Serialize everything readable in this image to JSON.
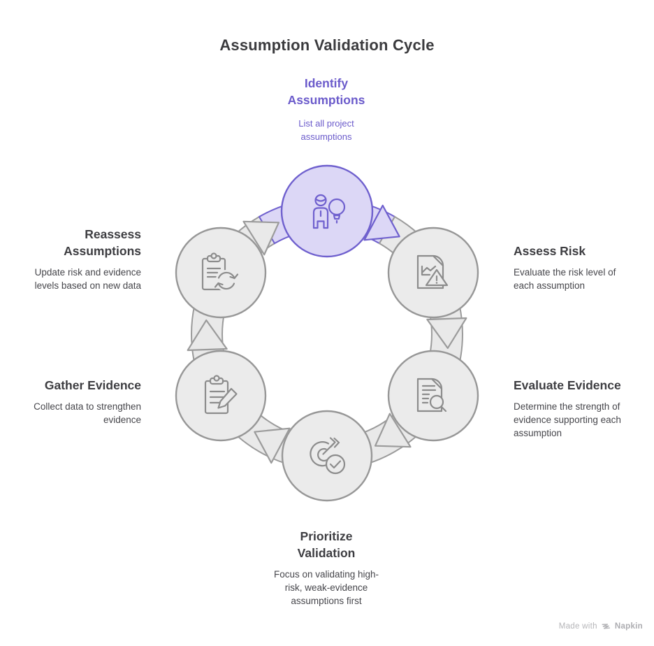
{
  "title": "Assumption Validation Cycle",
  "colors": {
    "accent_purple": "#6B5BCB",
    "accent_purple_fill": "#DCD7F6",
    "node_gray_fill": "#EBEBEB",
    "node_gray_stroke": "#9B9B9B",
    "icon_gray": "#8C8C8C",
    "title_text": "#3B3B3E",
    "body_text": "#46464B",
    "footer_text": "#B5B5B8"
  },
  "nodes": [
    {
      "id": "identify-assumptions",
      "label_lines": [
        "Identify",
        "Assumptions"
      ],
      "desc_lines": [
        "List all project",
        "assumptions"
      ],
      "icon": "person-lightbulb-icon",
      "highlighted": true
    },
    {
      "id": "assess-risk",
      "label_lines": [
        "Assess Risk"
      ],
      "desc_lines": [
        "Evaluate the risk level of",
        "each assumption"
      ],
      "icon": "risk-document-icon",
      "highlighted": false
    },
    {
      "id": "evaluate-evidence",
      "label_lines": [
        "Evaluate Evidence"
      ],
      "desc_lines": [
        "Determine the strength of",
        "evidence supporting each",
        "assumption"
      ],
      "icon": "document-search-icon",
      "highlighted": false
    },
    {
      "id": "prioritize-validation",
      "label_lines": [
        "Prioritize",
        "Validation"
      ],
      "desc_lines": [
        "Focus on validating high-",
        "risk, weak-evidence",
        "assumptions first"
      ],
      "icon": "target-check-icon",
      "highlighted": false
    },
    {
      "id": "gather-evidence",
      "label_lines": [
        "Gather Evidence"
      ],
      "desc_lines": [
        "Collect data to strengthen",
        "evidence"
      ],
      "icon": "clipboard-pencil-icon",
      "highlighted": false
    },
    {
      "id": "reassess-assumptions",
      "label_lines": [
        "Reassess",
        "Assumptions"
      ],
      "desc_lines": [
        "Update risk and evidence",
        "levels based on new data"
      ],
      "icon": "clipboard-refresh-icon",
      "highlighted": false
    }
  ],
  "cycle": {
    "direction": "clockwise",
    "connections": [
      [
        "identify-assumptions",
        "assess-risk"
      ],
      [
        "assess-risk",
        "evaluate-evidence"
      ],
      [
        "evaluate-evidence",
        "prioritize-validation"
      ],
      [
        "prioritize-validation",
        "gather-evidence"
      ],
      [
        "gather-evidence",
        "reassess-assumptions"
      ],
      [
        "reassess-assumptions",
        "identify-assumptions"
      ]
    ]
  },
  "footer": {
    "made_with": "Made with",
    "brand": "Napkin"
  }
}
